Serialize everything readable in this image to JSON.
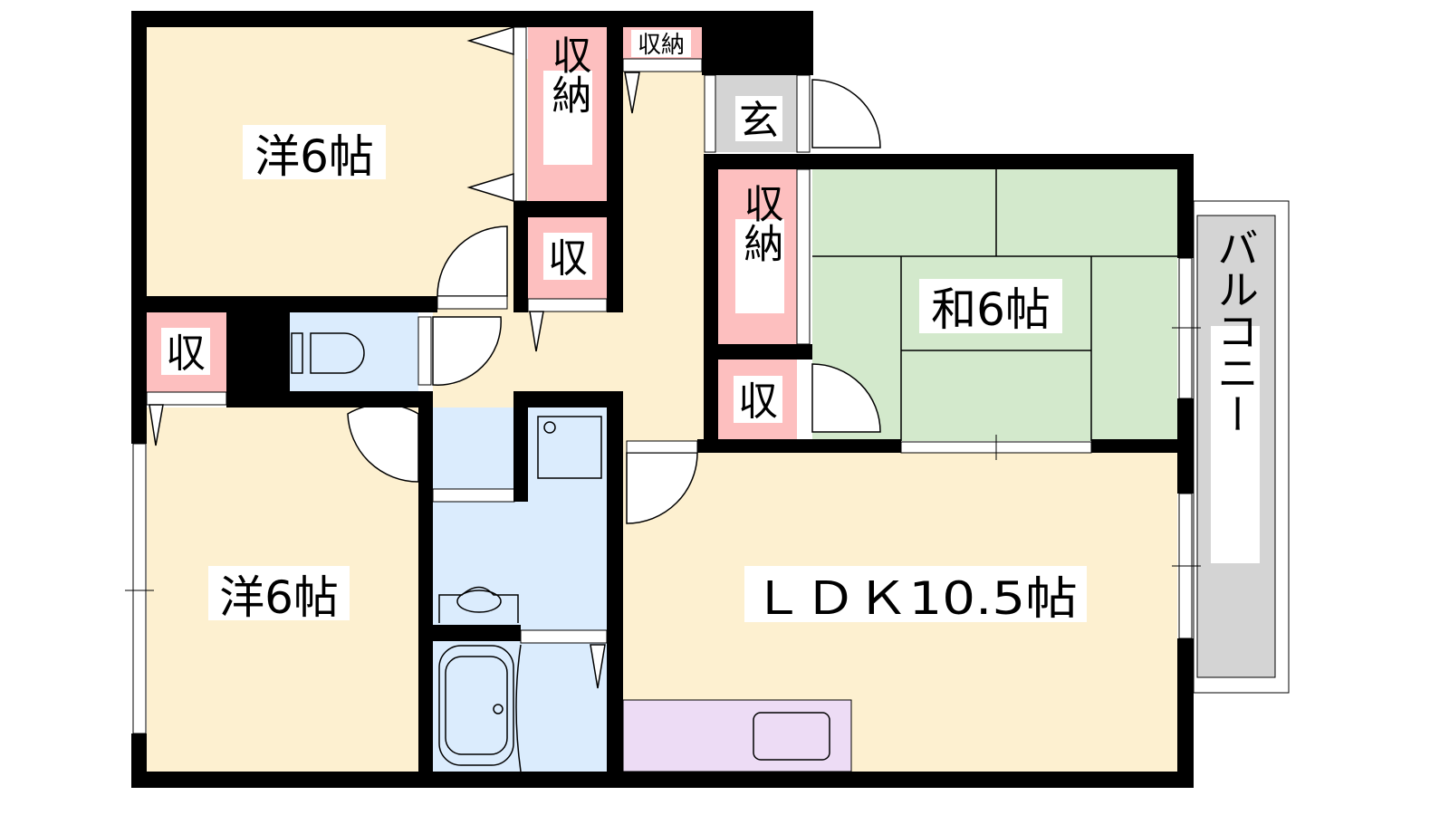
{
  "floorplan": {
    "rooms": {
      "western_room_1": "洋6帖",
      "western_room_2": "洋6帖",
      "japanese_room": "和6帖",
      "ldk": "ＬＤＫ10.5帖",
      "entrance": "玄",
      "closet_main": "収納",
      "closet_top": "収納",
      "closet_japanese": "収納",
      "storage_small_1": "収",
      "storage_small_2": "収",
      "storage_small_3": "収",
      "balcony": "バルコニー"
    },
    "colors": {
      "western": "#fdf0d0",
      "storage": "#fdbfbf",
      "entrance": "#d4d4d4",
      "japanese": "#d3e9cc",
      "water": "#dbecfd",
      "kitchen": "#eddcf5",
      "balcony": "#d4d4d4"
    }
  }
}
